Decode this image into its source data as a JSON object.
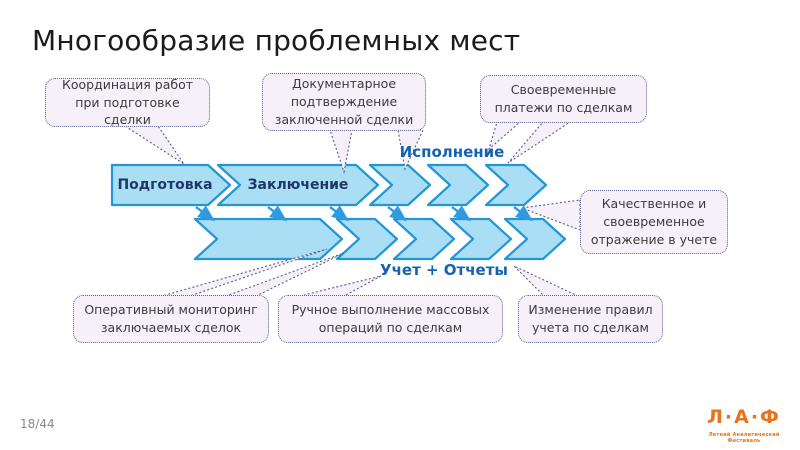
{
  "slide": {
    "title": "Многообразие проблемных мест",
    "page_number": "18/44"
  },
  "process": {
    "row1_label": "Исполнение",
    "row2_label": "Учет + Отчеты",
    "steps": [
      {
        "label": "Подготовка"
      },
      {
        "label": "Заключение"
      }
    ],
    "row1_empty_chevrons": 3,
    "row2_empty_chevrons": 5
  },
  "callouts": [
    {
      "id": "top-left",
      "text": "Координация работ\nпри подготовке сделки"
    },
    {
      "id": "top-middle",
      "text": "Документарное\nподтверждение\nзаключенной сделки"
    },
    {
      "id": "top-right",
      "text": "Своевременные\nплатежи по сделкам"
    },
    {
      "id": "right",
      "text": "Качественное и\nсвоевременное\nотражение в учете"
    },
    {
      "id": "bottom-left",
      "text": "Оперативный мониторинг\nзаключаемых сделок"
    },
    {
      "id": "bottom-middle",
      "text": "Ручное выполнение массовых\nопераций по сделкам"
    },
    {
      "id": "bottom-right",
      "text": "Изменение правил\nучета по сделкам"
    }
  ],
  "logo": {
    "text": "Л·А·Ф",
    "tagline": "Летний Аналитический Фестиваль"
  },
  "colors": {
    "chevron_fill": "#A9DEF5",
    "chevron_border": "#2396D5",
    "chevron_text": "#1F3864",
    "row_label_blue": "#1463B0",
    "flow_arrow_blue": "#2E9BE0",
    "callout_fill": "#F6F1F9",
    "callout_border": "#5B5B8F",
    "logo_orange": "#E8731E",
    "title_text": "#1B1B1B"
  }
}
